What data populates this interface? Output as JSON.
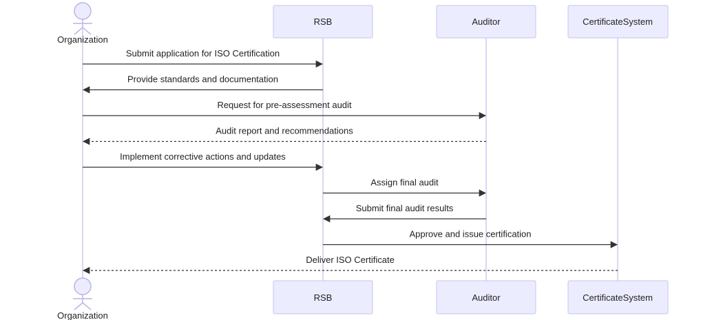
{
  "participants": {
    "organization": "Organization",
    "rsb": "RSB",
    "auditor": "Auditor",
    "certificate_system": "CertificateSystem"
  },
  "messages": [
    {
      "from": "organization",
      "to": "rsb",
      "label": "Submit application for ISO Certification",
      "style": "solid"
    },
    {
      "from": "rsb",
      "to": "organization",
      "label": "Provide standards and documentation",
      "style": "solid"
    },
    {
      "from": "organization",
      "to": "auditor",
      "label": "Request for pre-assessment audit",
      "style": "solid"
    },
    {
      "from": "auditor",
      "to": "organization",
      "label": "Audit report and recommendations",
      "style": "dashed"
    },
    {
      "from": "organization",
      "to": "rsb",
      "label": "Implement corrective actions and updates",
      "style": "solid"
    },
    {
      "from": "rsb",
      "to": "auditor",
      "label": "Assign final audit",
      "style": "solid"
    },
    {
      "from": "auditor",
      "to": "rsb",
      "label": "Submit final audit results",
      "style": "solid"
    },
    {
      "from": "rsb",
      "to": "certificate_system",
      "label": "Approve and issue certification",
      "style": "solid"
    },
    {
      "from": "certificate_system",
      "to": "organization",
      "label": "Deliver ISO Certificate",
      "style": "dashed"
    }
  ]
}
